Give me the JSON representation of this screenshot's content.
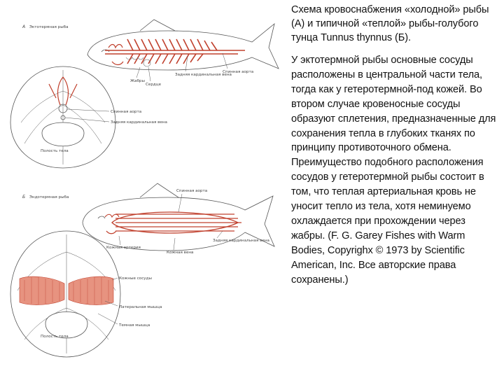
{
  "figure": {
    "labels": {
      "panel_a": "A",
      "panel_a_title": "Эктотермная рыба",
      "gills_a": "Жабры",
      "heart_a": "Сердце",
      "dorsal_aorta_a": "Спинная аорта",
      "post_cardinal_a": "Задняя кардинальная вена",
      "dorsal_aorta_a2": "Спинная аорта",
      "post_cardinal_a2": "Задняя кардинальная вена",
      "body_cavity_a": "Полость тела",
      "panel_b": "Б",
      "panel_b_title": "Эндотермная рыба",
      "dorsal_aorta_b": "Спинная аорта",
      "post_cardinal_b": "Задняя кардинальная вена",
      "skin_artery": "Кожная артерия",
      "skin_vein": "Кожная вена",
      "skin_vessels": "Кожные сосуды",
      "lateral_muscle": "Латеральная мышца",
      "dark_muscle": "Темная мышца",
      "body_cavity_b": "Полость тела"
    }
  },
  "text": {
    "title": "Схема кровоснабжения «холодной» рыбы (А) и типичной «теплой» рыбы-голубого тунца Tunnus thynnus (Б).",
    "body": "У эктотермной рыбы основные сосуды расположены в центральной части тела, тогда как у гетеротермной-под кожей. Во втором случае кровеносные сосуды образуют сплетения, предназначенные для сохранения тепла в глубоких тканях по принципу противоточного обмена. Преимущество подобного расположения сосудов у гетеротермной рыбы состоит в том, что теплая артериальная кровь не уносит тепло из тела, хотя неминуемо охлаждается при прохождении через жабры. (F. G. Garey Fishes with Warm Bodies, Copyrighx © 1973 by Scientific American, Inc. Все авторские права сохранены.)"
  },
  "colors": {
    "vessel": "#c0402d",
    "muscle": "#e79380",
    "line": "#555555"
  }
}
